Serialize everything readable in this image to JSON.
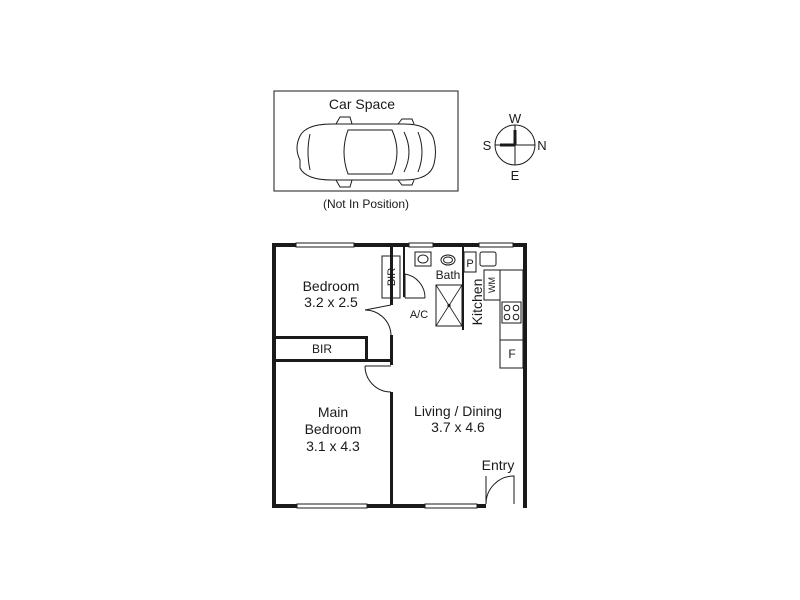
{
  "car_space": {
    "title": "Car Space",
    "note": "(Not In Position)"
  },
  "compass": {
    "north": "N",
    "south": "S",
    "east": "E",
    "west": "W"
  },
  "rooms": {
    "bedroom": {
      "name": "Bedroom",
      "size": "3.2 x 2.5"
    },
    "main_bedroom": {
      "name_line1": "Main",
      "name_line2": "Bedroom",
      "size": "3.1 x 4.3"
    },
    "living": {
      "name": "Living / Dining",
      "size": "3.7 x 4.6"
    },
    "kitchen": "Kitchen",
    "bath": "Bath",
    "entry": "Entry"
  },
  "fixtures": {
    "bir_top": "BIR",
    "bir_middle": "BIR",
    "ac": "A/C",
    "pantry": "P",
    "washing_machine": "WM",
    "fridge": "F"
  }
}
